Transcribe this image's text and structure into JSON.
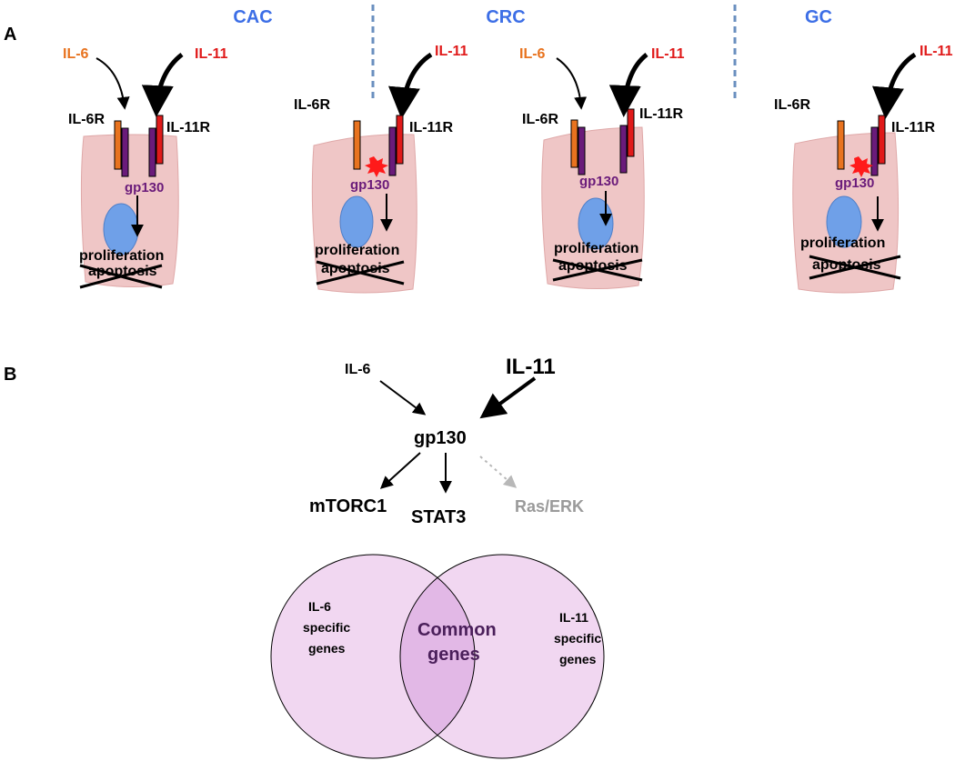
{
  "panel_a": {
    "letter": "A",
    "conditions": [
      "CAC",
      "CRC",
      "GC"
    ],
    "cells": [
      {
        "ligands": [
          {
            "text": "IL-6",
            "color": "#e8731f"
          },
          {
            "text": "IL-11",
            "color": "#e01a1a"
          }
        ],
        "receptor_left": "IL-6R",
        "receptor_right": "IL-11R",
        "transducer": "gp130",
        "outcome_top": "proliferation",
        "outcome_bottom": "apoptosis",
        "blocked": false
      },
      {
        "ligands": [
          {
            "text": "IL-11",
            "color": "#e01a1a"
          }
        ],
        "receptor_left": "IL-6R",
        "receptor_right": "IL-11R",
        "transducer": "gp130",
        "outcome_top": "proliferation",
        "outcome_bottom": "apoptosis",
        "blocked": true
      },
      {
        "ligands": [
          {
            "text": "IL-6",
            "color": "#e8731f"
          },
          {
            "text": "IL-11",
            "color": "#e01a1a"
          }
        ],
        "receptor_left": "IL-6R",
        "receptor_right": "IL-11R",
        "transducer": "gp130",
        "outcome_top": "proliferation",
        "outcome_bottom": "apoptosis",
        "blocked": false
      },
      {
        "ligands": [
          {
            "text": "IL-11",
            "color": "#e01a1a"
          }
        ],
        "receptor_left": "IL-6R",
        "receptor_right": "IL-11R",
        "transducer": "gp130",
        "outcome_top": "proliferation",
        "outcome_bottom": "apoptosis",
        "blocked": true
      }
    ],
    "colors": {
      "condition_label": "#3c6ee6",
      "divider": "#6a8fbf",
      "il6r": "#e8731f",
      "il11r": "#e01a1a",
      "gp130": "#6a1b7a",
      "cell_fill": "#efc6c6",
      "nucleus": "#6fa0e8",
      "block_star": "#ff1a1a"
    }
  },
  "panel_b": {
    "letter": "B",
    "input_left": "IL-6",
    "input_right": "IL-11",
    "hub": "gp130",
    "outputs": {
      "left": "mTORC1",
      "center": "STAT3",
      "right": "Ras/ERK"
    },
    "venn": {
      "left_label_lines": [
        "IL-6",
        "specific",
        "genes"
      ],
      "center_label_lines": [
        "Common",
        "genes"
      ],
      "right_label_lines": [
        "IL-11",
        "specific",
        "genes"
      ],
      "colors": {
        "circle_fill": "#f1d7f1",
        "overlap_fill": "#e2b8e6",
        "outline": "#000000"
      }
    }
  }
}
